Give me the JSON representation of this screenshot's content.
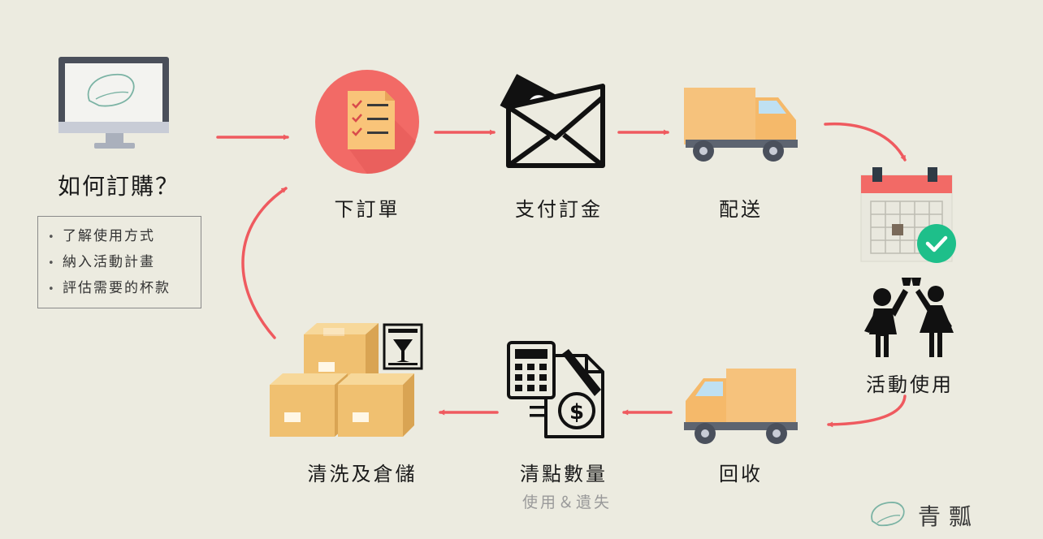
{
  "title": "如何訂購？",
  "intro_bullets": [
    "了解使用方式",
    "納入活動計畫",
    "評估需要的杯款"
  ],
  "steps": {
    "order": "下訂單",
    "deposit": "支付訂金",
    "delivery": "配送",
    "event_use": "活動使用",
    "pickup": "回收",
    "count": "清點數量",
    "count_note": "使用＆遺失",
    "wash_store": "清洗及倉儲"
  },
  "brand": {
    "name": "青瓢"
  },
  "colors": {
    "background": "#ecebe0",
    "arrow": "#ef5a5f",
    "truck_body": "#f6c27c",
    "box": "#f0c070",
    "check_badge": "#1ebf8a"
  },
  "icons": {
    "start": "monitor-icon",
    "order": "checklist-icon",
    "deposit": "money-envelope-icon",
    "delivery": "truck-icon",
    "schedule": "calendar-check-icon",
    "event_use": "toasting-people-icon",
    "pickup": "truck-icon",
    "count": "calculator-invoice-icon",
    "wash_store": "boxes-icon",
    "wash": "wash-glass-icon",
    "brand": "gourd-logo-icon"
  }
}
